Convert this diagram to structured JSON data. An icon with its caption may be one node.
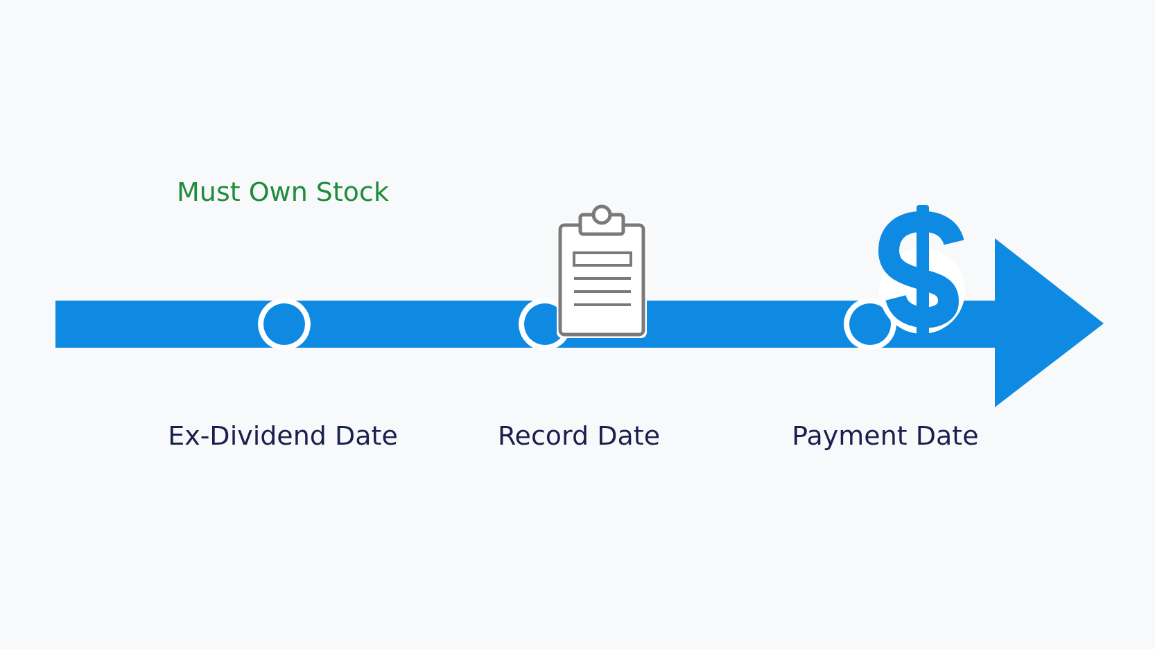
{
  "diagram": {
    "labels": [
      "Must Own Stock",
      "Ex-Dividend Date",
      "Record Date",
      "Payment Date"
    ]
  }
}
